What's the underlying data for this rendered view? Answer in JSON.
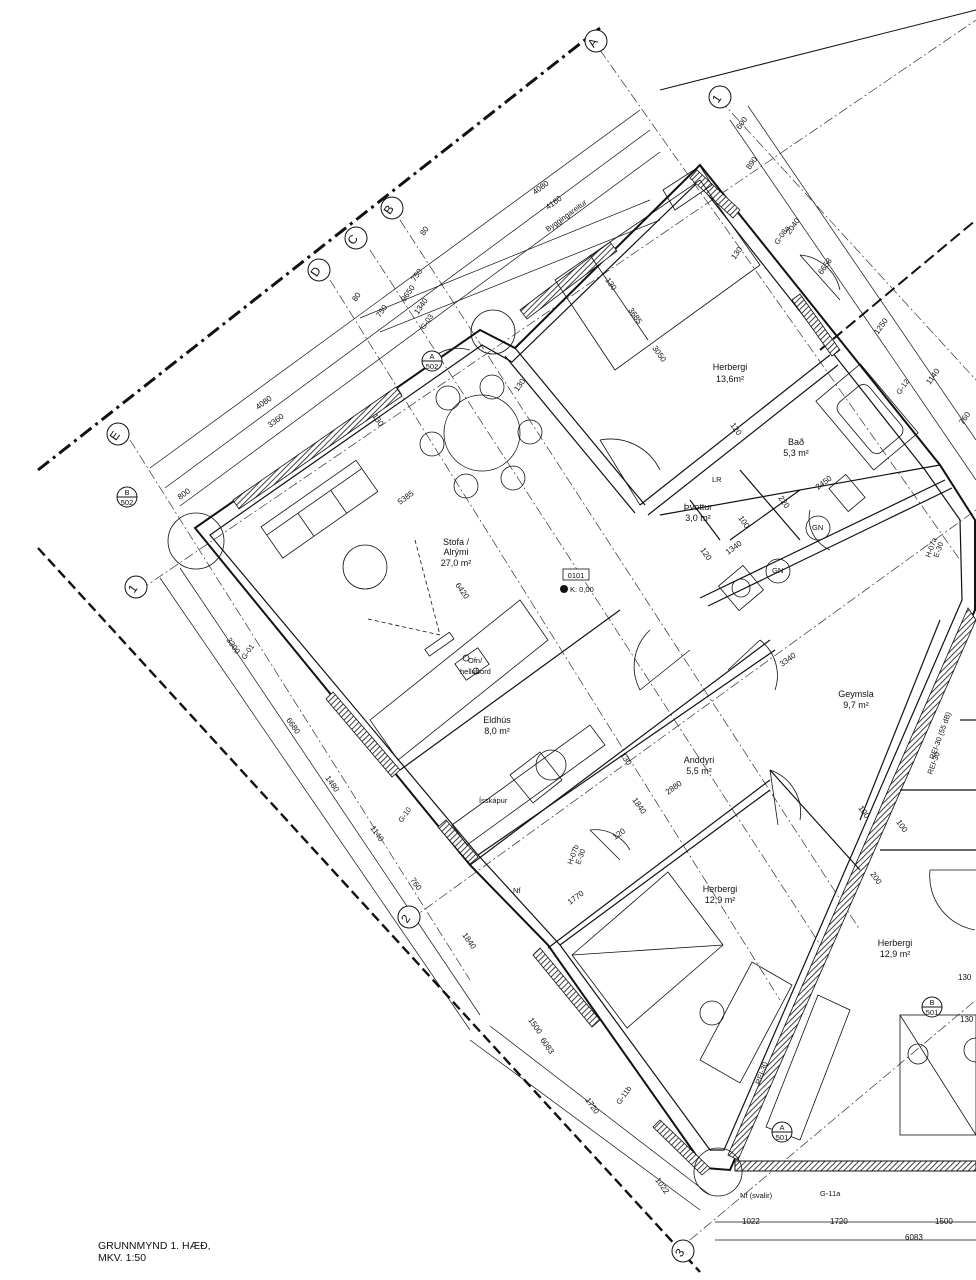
{
  "caption": {
    "line1": "GRUNNMYND 1. HÆÐ,",
    "line2": "MKV. 1:50"
  },
  "grid_axes": {
    "letters": [
      "A",
      "B",
      "C",
      "D",
      "E"
    ],
    "numbers": [
      "1",
      "1",
      "2",
      "3"
    ]
  },
  "section_markers": [
    {
      "letter": "A",
      "sheet": "502"
    },
    {
      "letter": "B",
      "sheet": "502"
    },
    {
      "letter": "B",
      "sheet": "501"
    },
    {
      "letter": "A",
      "sheet": "501"
    }
  ],
  "rooms": [
    {
      "name": "Herbergi",
      "area": "13,6m²"
    },
    {
      "name": "Bað",
      "area": "5,3 m²"
    },
    {
      "name": "Þvottur",
      "area": "3,0 m²"
    },
    {
      "name": "Stofa /",
      "name2": "Alrými",
      "area": "27,0 m²"
    },
    {
      "name": "Eldhús",
      "area": "8,0 m²"
    },
    {
      "name": "Geymsla",
      "area": "9,7 m²"
    },
    {
      "name": "Anddyri",
      "area": "5,5 m²"
    },
    {
      "name": "Herbergi",
      "area": "12,9 m²"
    },
    {
      "name": "Herbergi",
      "area": "12,9 m²"
    }
  ],
  "floor_marker": {
    "room": "0101",
    "level": "K: 0,00"
  },
  "labels": {
    "byggingareitur": "Byggingareitur",
    "lr": "LR",
    "gn1": "GN",
    "gn2": "GN",
    "iskapur": "Ísskápur",
    "ofn": "Ofn/",
    "hellubord": "hellubord",
    "nf": "Nf",
    "nf_svalir": "Nf (svalir)",
    "rei30_1": "REI-30 (55 dB)",
    "rei30_2": "REI-30",
    "rei30_3": "REI-30",
    "h07a": "H-07a",
    "h07b": "H-07b",
    "e30a": "E-30",
    "e30b": "E-30"
  },
  "wall_tags": [
    "G-03",
    "G-08a",
    "G-12",
    "G-01",
    "G-10",
    "G-11b",
    "G-11a"
  ],
  "dimensions": {
    "top_outer": [
      "4080",
      "4160",
      "80",
      "750",
      "9650",
      "1340",
      "80",
      "750"
    ],
    "top_left": [
      "4080",
      "3360",
      "800"
    ],
    "right_top": [
      "600",
      "890",
      "2040",
      "6658",
      "1250",
      "1140",
      "760"
    ],
    "left_side": [
      "3300",
      "6680",
      "1480",
      "1140",
      "760"
    ],
    "bottom_side": [
      "1840",
      "1500",
      "6083",
      "1720",
      "1022"
    ],
    "bottom_right": [
      "1022",
      "1720",
      "1500",
      "6083"
    ],
    "interior": [
      "130",
      "130",
      "3685",
      "3050",
      "130",
      "120",
      "2450",
      "220",
      "100",
      "1340",
      "120",
      "5385",
      "6420",
      "130",
      "1840",
      "2880",
      "3340",
      "120",
      "1770",
      "100",
      "100",
      "200",
      "130",
      "130",
      "130"
    ]
  }
}
